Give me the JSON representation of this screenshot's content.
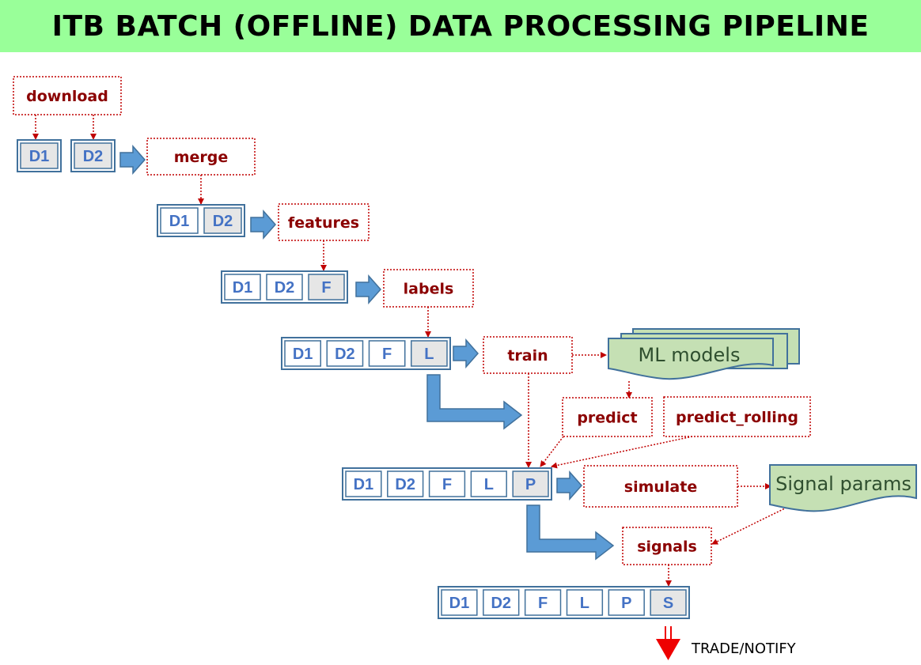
{
  "title": "ITB BATCH (OFFLINE) DATA PROCESSING PIPELINE",
  "processes": {
    "download": "download",
    "merge": "merge",
    "features": "features",
    "labels": "labels",
    "train": "train",
    "predict": "predict",
    "predict_rolling": "predict_rolling",
    "simulate": "simulate",
    "signals": "signals"
  },
  "documents": {
    "ml_models": "ML models",
    "signal_params": "Signal params"
  },
  "tables": {
    "raw_d1": [
      "D1"
    ],
    "raw_d2": [
      "D2"
    ],
    "merged": [
      "D1",
      "D2"
    ],
    "features": [
      "D1",
      "D2",
      "F"
    ],
    "labels": [
      "D1",
      "D2",
      "F",
      "L"
    ],
    "predictions": [
      "D1",
      "D2",
      "F",
      "L",
      "P"
    ],
    "signals": [
      "D1",
      "D2",
      "F",
      "L",
      "P",
      "S"
    ]
  },
  "output_label": "TRADE/NOTIFY",
  "colors": {
    "title_bg": "#99ff99",
    "process_border": "#c00000",
    "process_text": "#8b0000",
    "table_border": "#41719c",
    "table_text": "#4472c4",
    "highlight_cell": "#e6e6e6",
    "flow_arrow": "#5b9bd5",
    "document_fill": "#c5e0b4",
    "output_arrow": "#ee0000"
  }
}
